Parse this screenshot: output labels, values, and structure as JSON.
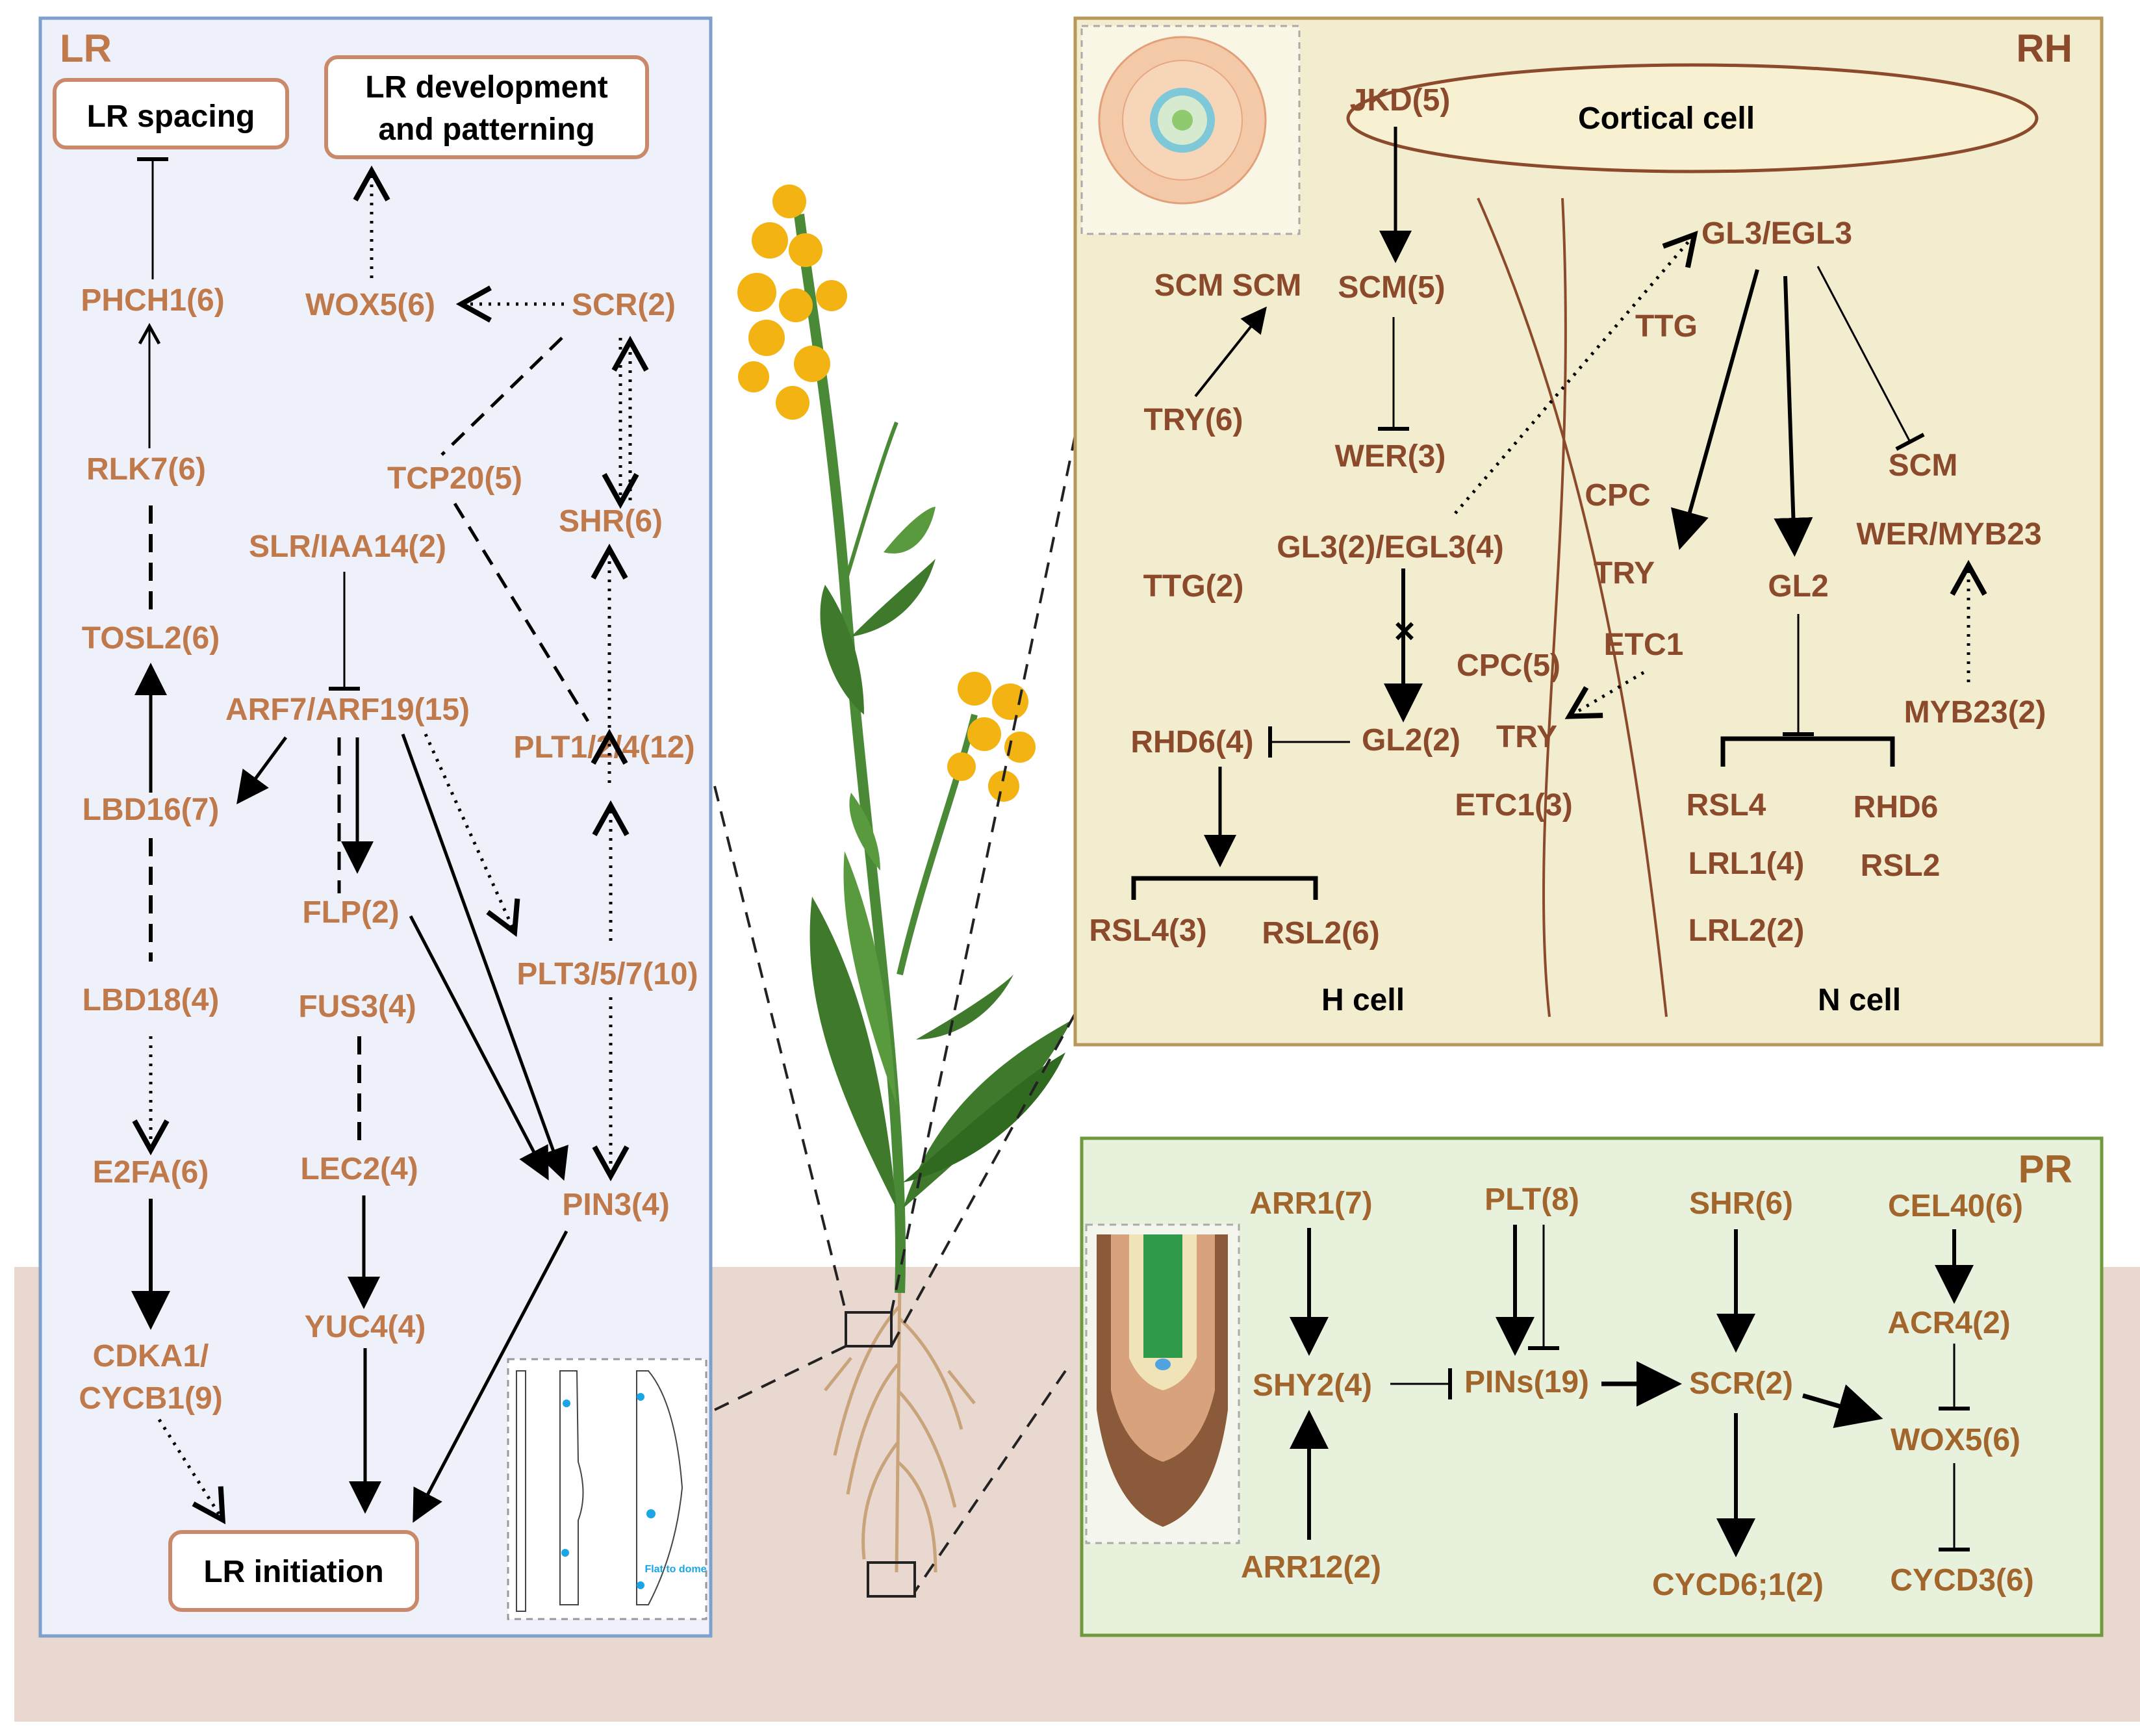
{
  "colors": {
    "lr_panel_bg": "#eef1f9",
    "lr_panel_border": "#7f9fcc",
    "lr_text": "#c0794a",
    "rh_panel_bg": "#f3edcf",
    "rh_panel_border": "#b7975a",
    "rh_text": "#8b4a2b",
    "pr_panel_bg": "#e8f1dc",
    "pr_panel_border": "#6f9a3c",
    "pr_text": "#a2652c",
    "soil": "#e8d8d0",
    "flower": "#f2b313",
    "leaf": "#3f7a2c"
  },
  "lr": {
    "title": "LR",
    "box_spacing": "LR spacing",
    "box_dev_line1": "LR development",
    "box_dev_line2": "and patterning",
    "box_init": "LR initiation",
    "genes": {
      "phch1": "PHCH1(6)",
      "wox5": "WOX5(6)",
      "scr": "SCR(2)",
      "rlk7": "RLK7(6)",
      "tcp20": "TCP20(5)",
      "shr": "SHR(6)",
      "slr": "SLR/IAA14(2)",
      "tosl2": "TOSL2(6)",
      "arf": "ARF7/ARF19(15)",
      "plt124": "PLT1/2/4(12)",
      "lbd16": "LBD16(7)",
      "flp": "FLP(2)",
      "plt357": "PLT3/5/7(10)",
      "lbd18": "LBD18(4)",
      "fus3": "FUS3(4)",
      "e2fa": "E2FA(6)",
      "lec2": "LEC2(4)",
      "pin3": "PIN3(4)",
      "cdka1": "CDKA1/",
      "cycb1": "CYCB1(9)",
      "yuc4": "YUC4(4)"
    },
    "inset_text": "Flat to dome"
  },
  "rh": {
    "title": "RH",
    "cortical_cell": "Cortical cell",
    "h_cell": "H cell",
    "n_cell": "N cell",
    "genes": {
      "jkd": "JKD(5)",
      "scm_scm": "SCM SCM",
      "scm5": "SCM(5)",
      "try6": "TRY(6)",
      "wer3": "WER(3)",
      "gl3egl3_h": "GL3(2)/EGL3(4)",
      "ttg2": "TTG(2)",
      "rhd6_4": "RHD6(4)",
      "gl2_2": "GL2(2)",
      "rsl4_3": "RSL4(3)",
      "rsl2_6": "RSL2(6)",
      "gl3egl3_n": "GL3/EGL3",
      "ttg_n": "TTG",
      "cpc_n": "CPC",
      "try_n": "TRY",
      "etc1_n": "ETC1",
      "cpc5": "CPC(5)",
      "try_mid": "TRY",
      "etc1_3": "ETC1(3)",
      "gl2_n": "GL2",
      "scm_n": "SCM",
      "wer_myb23": "WER/MYB23",
      "myb23": "MYB23(2)",
      "rsl4_n": "RSL4",
      "rhd6_n": "RHD6",
      "lrl1": "LRL1(4)",
      "rsl2_n": "RSL2",
      "lrl2": "LRL2(2)",
      "x_mark": "×"
    }
  },
  "pr": {
    "title": "PR",
    "genes": {
      "arr1": "ARR1(7)",
      "plt8": "PLT(8)",
      "shr6": "SHR(6)",
      "cel40": "CEL40(6)",
      "acr4": "ACR4(2)",
      "shy2": "SHY2(4)",
      "pins": "PINs(19)",
      "scr2": "SCR(2)",
      "wox5": "WOX5(6)",
      "arr12": "ARR12(2)",
      "cycd61": "CYCD6;1(2)",
      "cycd3": "CYCD3(6)"
    }
  }
}
